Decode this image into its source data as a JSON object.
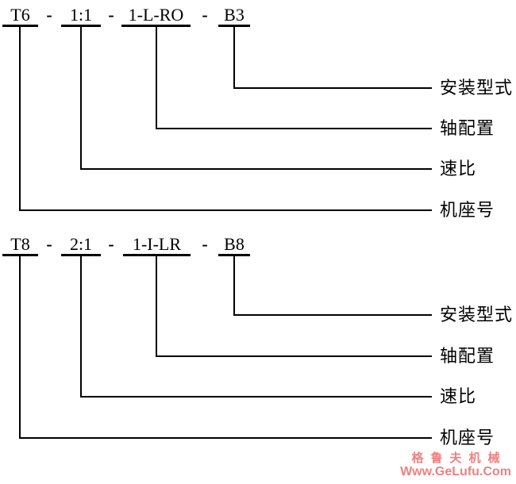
{
  "diagrams": [
    {
      "code": {
        "segments": [
          "T6",
          "1:1",
          "1-L-RO",
          "B3"
        ],
        "separator": "-"
      },
      "labels": [
        "安装型式",
        "轴配置",
        "速比",
        "机座号"
      ]
    },
    {
      "code": {
        "segments": [
          "T8",
          "2:1",
          "1-I-LR",
          "B8"
        ],
        "separator": "-"
      },
      "labels": [
        "安装型式",
        "轴配置",
        "速比",
        "机座号"
      ]
    }
  ],
  "watermark": {
    "brand": "格鲁夫机械",
    "url": "Www.GeLufu.Com"
  },
  "colors": {
    "background": "#ffffff",
    "line": "#000000",
    "text": "#000000",
    "watermark": "#f08080"
  }
}
